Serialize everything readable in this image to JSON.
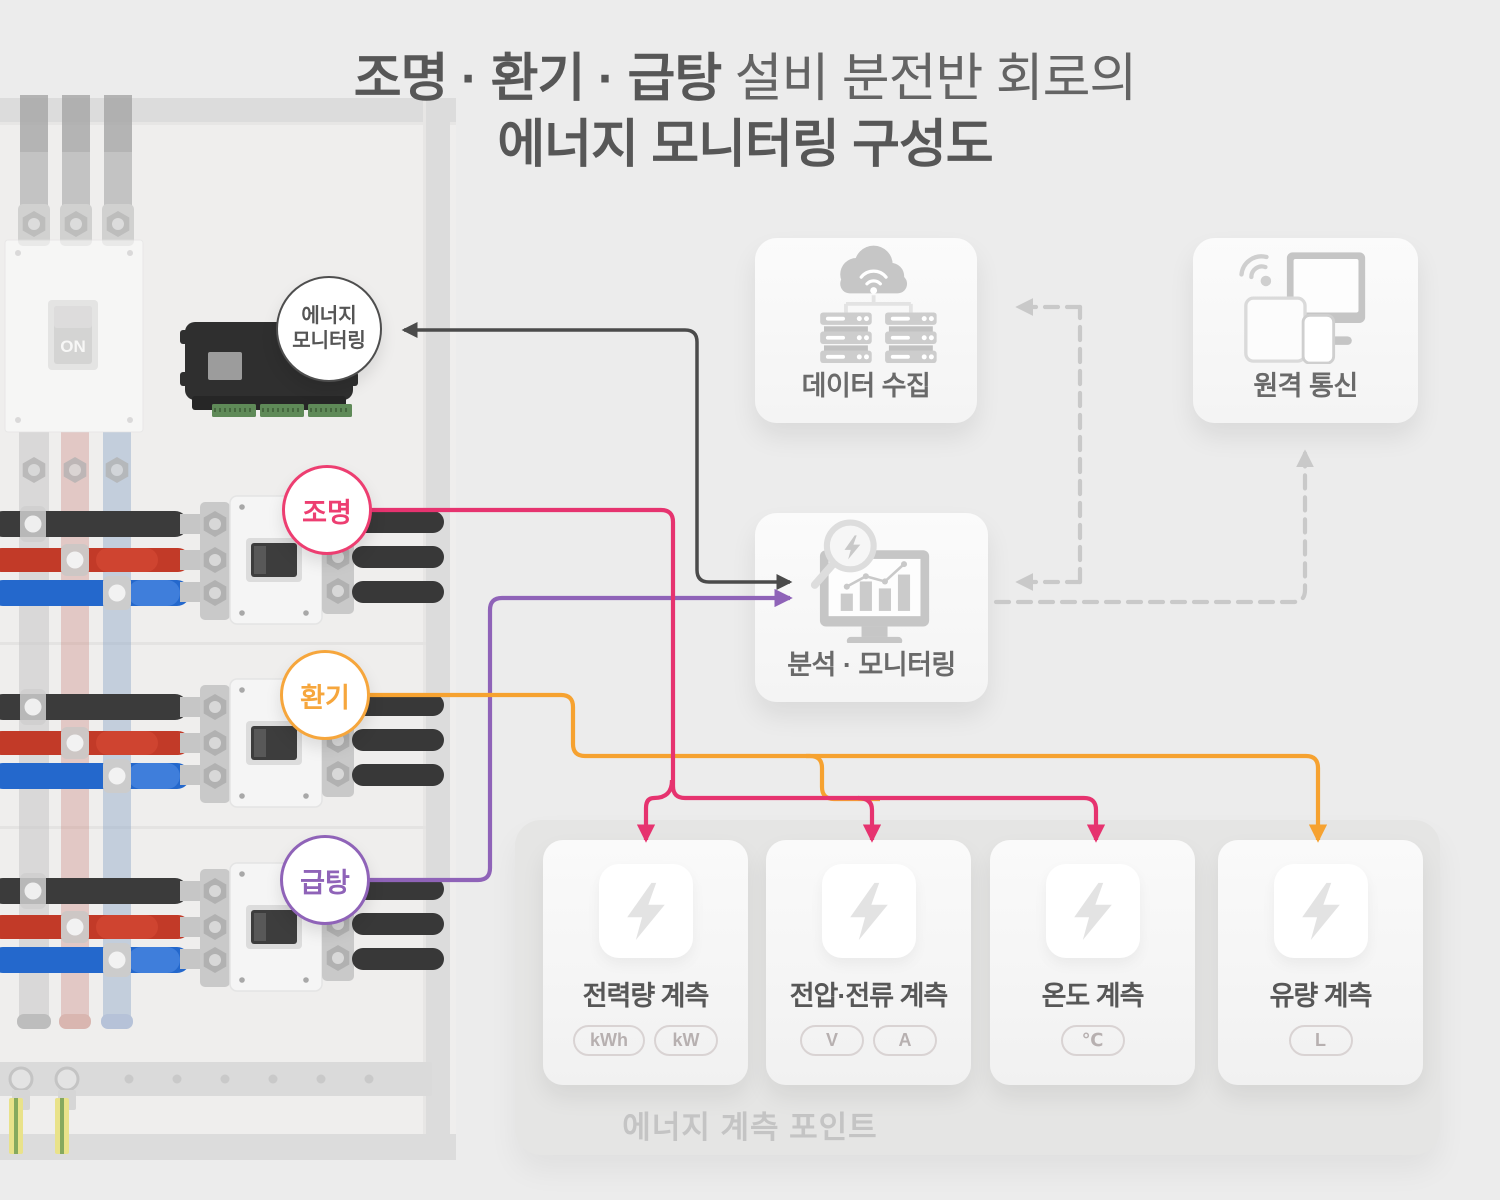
{
  "title": {
    "line1_bold": "조명 · 환기 · 급탕",
    "line1_rest": " 설비 분전반 회로의",
    "line2": "에너지 모니터링 구성도"
  },
  "panel": {
    "main_switch": "ON"
  },
  "labels": {
    "monitoring": {
      "line1": "에너지",
      "line2": "모니터링"
    },
    "lighting": "조명",
    "ventilation": "환기",
    "hot_water": "급탕"
  },
  "cards": {
    "data_collection": {
      "label": "데이터 수집",
      "icon": "cloud-servers-icon"
    },
    "remote_comm": {
      "label": "원격 통신",
      "icon": "devices-wireless-icon"
    },
    "analysis": {
      "label": "분석 · 모니터링",
      "icon": "monitor-chart-magnifier-icon"
    }
  },
  "measurement": {
    "caption": "에너지 계측 포인트",
    "items": [
      {
        "label": "전력량 계측",
        "icon": "lightning-icon",
        "units": [
          "kWh",
          "kW"
        ]
      },
      {
        "label": "전압·전류 계측",
        "icon": "lightning-icon",
        "units": [
          "V",
          "A"
        ]
      },
      {
        "label": "온도 계측",
        "icon": "lightning-icon",
        "units": [
          "℃"
        ]
      },
      {
        "label": "유량 계측",
        "icon": "lightning-icon",
        "units": [
          "L"
        ]
      }
    ]
  },
  "colors": {
    "lighting_line": "#E6336F",
    "ventilation_line": "#F6A230",
    "hot_water_line": "#8F63B8",
    "dark_link": "#4B4B4B",
    "dashed_link": "#C9C9C9"
  }
}
